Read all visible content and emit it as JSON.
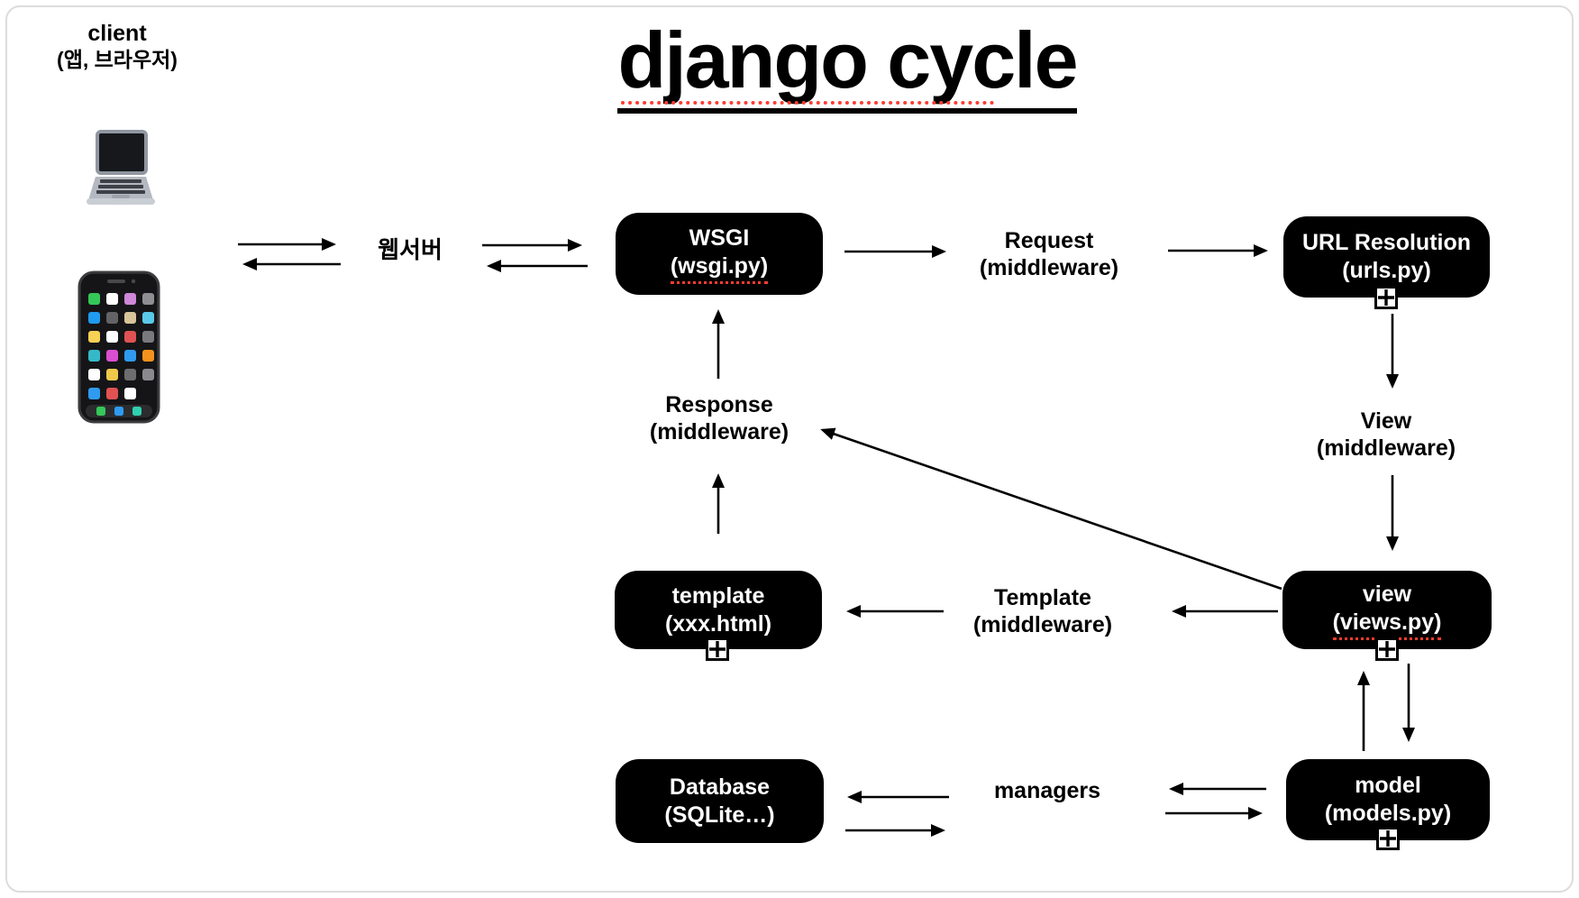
{
  "title": "django cycle",
  "client": {
    "line1": "client",
    "line2": "(앱, 브라우저)"
  },
  "labels": {
    "webserver": "웹서버",
    "request": {
      "line1": "Request",
      "line2": "(middleware)"
    },
    "view_mw": {
      "line1": "View",
      "line2": "(middleware)"
    },
    "response": {
      "line1": "Response",
      "line2": "(middleware)"
    },
    "template_mw": {
      "line1": "Template",
      "line2": "(middleware)"
    },
    "managers": "managers"
  },
  "nodes": {
    "wsgi": {
      "line1": "WSGI",
      "line2": "(wsgi.py)"
    },
    "url_resolution": {
      "line1": "URL Resolution",
      "line2": "(urls.py)"
    },
    "view": {
      "line1": "view",
      "line2": "(views.py)"
    },
    "template": {
      "line1": "template",
      "line2": "(xxx.html)"
    },
    "database": {
      "line1": "Database",
      "line2": "(SQLite…)"
    },
    "model": {
      "line1": "model",
      "line2": "(models.py)"
    }
  },
  "icons": {
    "laptop": "laptop-icon",
    "smartphone": "smartphone-icon",
    "expand_badge": "plus-expand-icon"
  },
  "colors": {
    "node_bg": "#000000",
    "node_text": "#ffffff",
    "spellcheck_red": "#ff3b30",
    "arrow": "#000000",
    "frame_border": "#dcdcdc"
  }
}
